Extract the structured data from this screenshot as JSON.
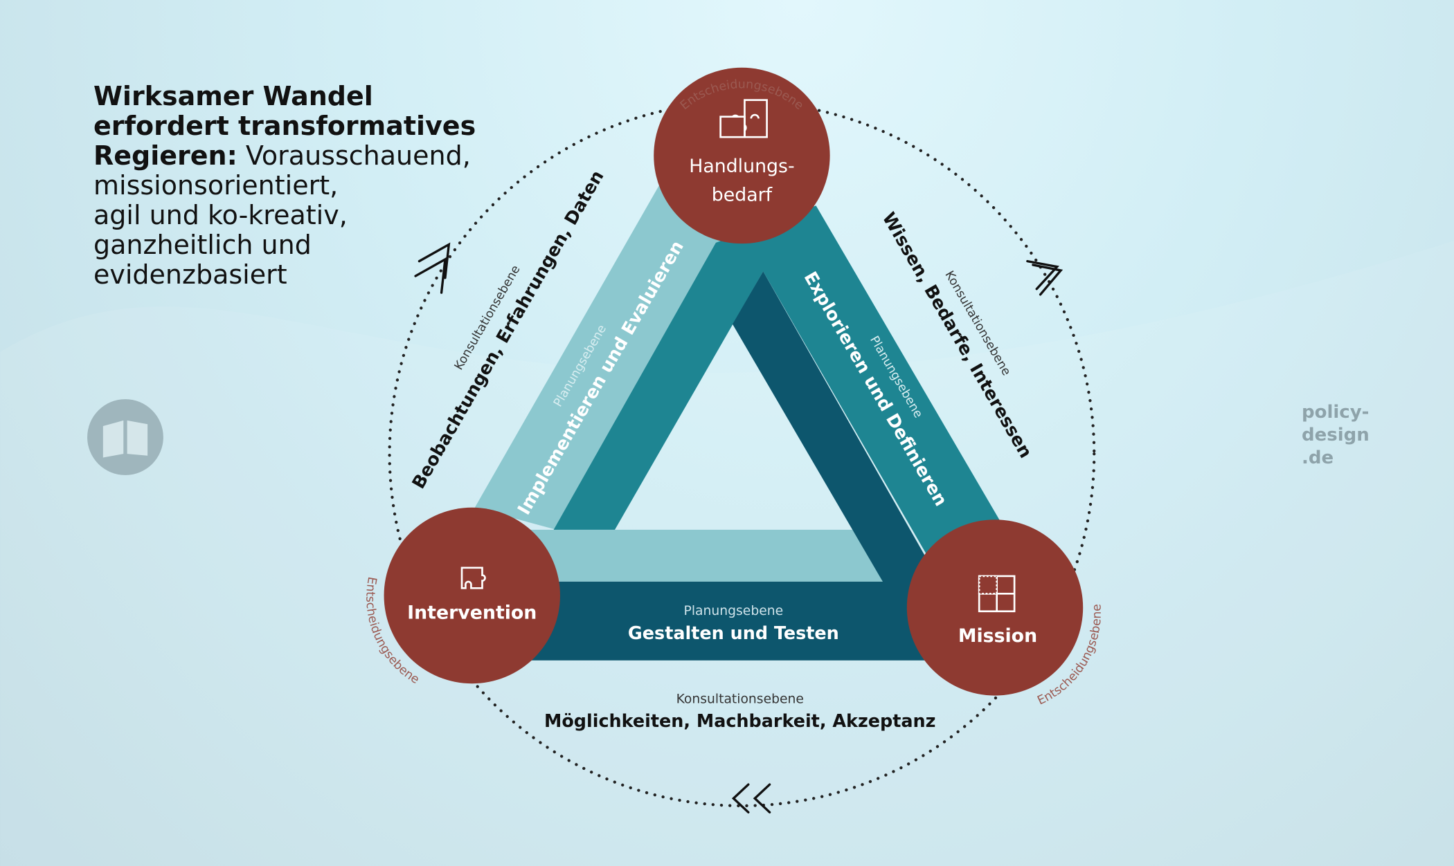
{
  "headline": {
    "bold_lines": [
      "Wirksamer Wandel",
      "erfordert transformatives",
      "Regieren:"
    ],
    "rest_first": " Vorausschauend,",
    "rest_lines": [
      "missionsorientiert,",
      "agil und ko-kreativ,",
      "ganzheitlich und",
      "evidenzbasiert"
    ]
  },
  "brand": {
    "lines": [
      "policy-",
      "design",
      ".de"
    ]
  },
  "nodes": {
    "top": {
      "line1": "Handlungs-",
      "line2": "bedarf",
      "level": "Entscheidungsebene",
      "icon": "puzzle-icon"
    },
    "left": {
      "label": "Intervention",
      "level": "Entscheidungsebene",
      "icon": "puzzle-piece-icon"
    },
    "right": {
      "label": "Mission",
      "level": "Entscheidungsebene",
      "icon": "puzzle-missing-piece-icon"
    }
  },
  "edges": {
    "left": {
      "consult_level": "Konsultationsebene",
      "consult": "Beobachtungen, Erfahrungen, Daten",
      "plan_level": "Planungsebene",
      "plan": "Implementieren und Evaluieren"
    },
    "right": {
      "consult_level": "Konsultationsebene",
      "consult": "Wissen, Bedarfe, Interessen",
      "plan_level": "Planungsebene",
      "plan": "Explorieren und Definieren"
    },
    "bottom": {
      "consult_level": "Konsultationsebene",
      "consult": "Möglichkeiten, Machbarkeit, Akzeptanz",
      "plan_level": "Planungsebene",
      "plan": "Gestalten und Testen"
    }
  },
  "colors": {
    "node": "#8e3a31",
    "band_light": "#8cc8cf",
    "band_mid": "#1e8592",
    "band_dark": "#0d566d",
    "level_text": "#9b5a52"
  }
}
